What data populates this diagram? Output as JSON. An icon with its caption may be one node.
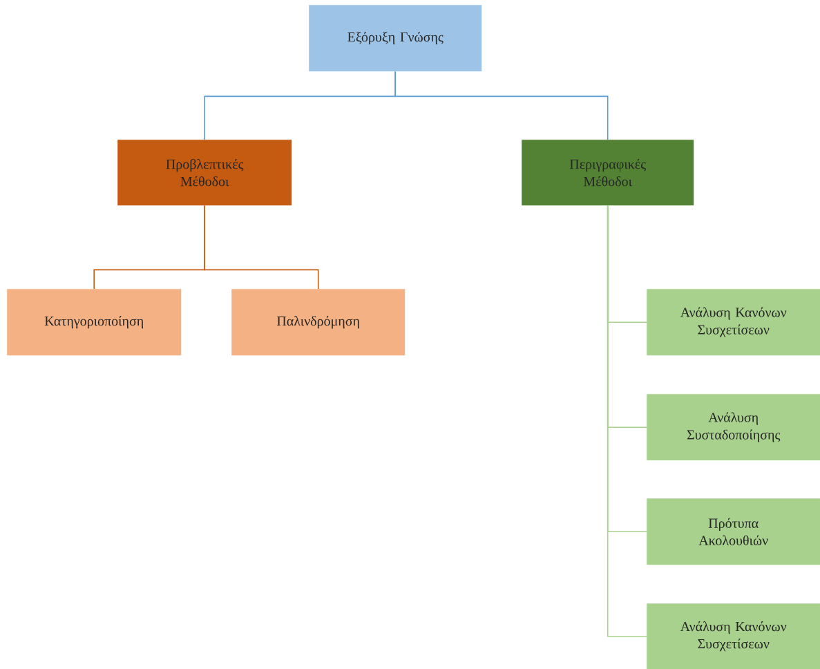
{
  "diagram": {
    "nodes": [
      {
        "text": [
          "Εξόρυξη Γνώσης"
        ]
      },
      {
        "text": [
          "Προβλεπτικές Μέθοδοι"
        ]
      },
      {
        "text": [
          "Περιγραφικές Μέθοδοι"
        ]
      },
      {
        "text": [
          "Κατηγοριοποίηση"
        ]
      },
      {
        "text": [
          "Παλινδρόμηση"
        ]
      },
      {
        "text": [
          "Ανάλυση Κανόνων Συσχετίσεων"
        ]
      },
      {
        "text": [
          "Ανάλυση Συσταδοποίησης"
        ]
      },
      {
        "text": [
          "Πρότυπα Ακολουθιών"
        ]
      },
      {
        "text": [
          "Ανάλυση Κανόνων Συσχετίσεων"
        ]
      }
    ],
    "edges": [
      {
        "from": 0,
        "to": 1,
        "arrow": "none",
        "color": "#5b9bd5"
      },
      {
        "from": 0,
        "to": 2,
        "arrow": "none",
        "color": "#5b9bd5"
      },
      {
        "from": 1,
        "to": 3,
        "arrow": "none",
        "color": "#c55a11"
      },
      {
        "from": 1,
        "to": 4,
        "arrow": "none",
        "color": "#c55a11"
      },
      {
        "from": 2,
        "to": 5,
        "arrow": "none"
      },
      {
        "from": 2,
        "to": 6,
        "arrow": "none"
      },
      {
        "from": 2,
        "to": 7,
        "arrow": "none"
      },
      {
        "from": 2,
        "to": 8,
        "arrow": "none"
      }
    ]
  }
}
